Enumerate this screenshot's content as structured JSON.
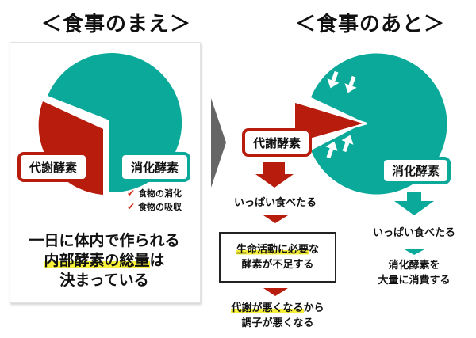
{
  "before": {
    "heading": "＜食事のまえ＞",
    "pie": {
      "slices": [
        {
          "name": "代謝酵素",
          "color": "#b81c0c"
        },
        {
          "name": "消化酵素",
          "color": "#0aa99a"
        }
      ]
    },
    "labels": {
      "metabolic": "代謝酵素",
      "digestive": "消化酵素"
    },
    "checklist": [
      {
        "icon": "check-icon",
        "text": "食物の消化"
      },
      {
        "icon": "check-icon",
        "text": "食物の吸収"
      }
    ],
    "statement": {
      "line1": "一日に体内で作られる",
      "line2_highlight": "内部酵素の総量",
      "line2_rest": "は",
      "line3": "決まっている"
    }
  },
  "transition_arrow": {
    "icon": "chevron-right-icon",
    "color": "#666666"
  },
  "after": {
    "heading": "＜食事のあと＞",
    "labels": {
      "metabolic": "代謝酵素",
      "digestive": "消化酵素"
    },
    "metabolic_flow": {
      "step1": "いっぱい食べたる",
      "box_line1_highlight": "生命活動に必要",
      "box_line1_rest": "な",
      "box_line2": "酵素が不足する",
      "result_line1_highlight": "代謝が悪くなる",
      "result_line1_rest": "から",
      "result_line2": "調子が悪くなる"
    },
    "digestive_flow": {
      "step1": "いっぱい食べたる",
      "result_line1": "消化酵素を",
      "result_line2": "大量に消費する"
    }
  },
  "colors": {
    "red": "#b81c0c",
    "teal": "#0aa99a",
    "highlight": "#f7f03a",
    "arrow_gray": "#666666"
  }
}
